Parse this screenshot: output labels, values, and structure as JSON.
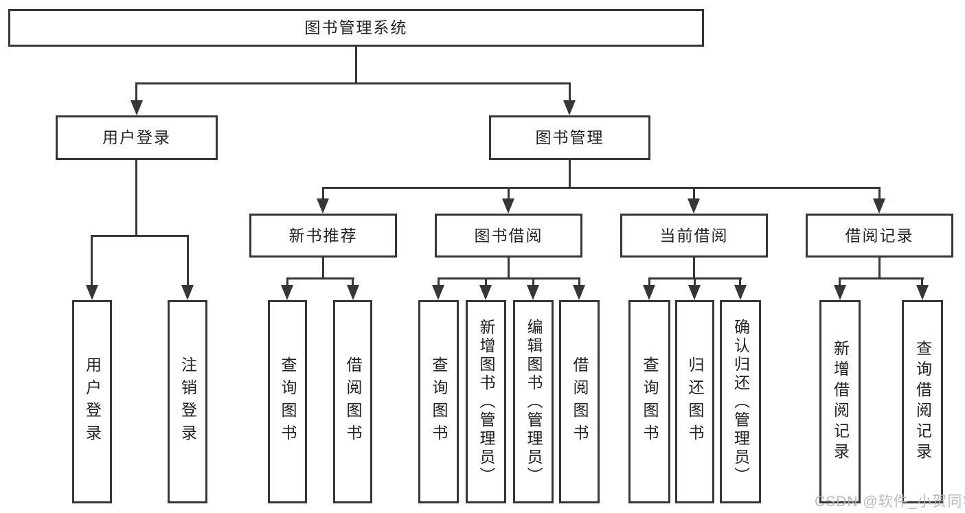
{
  "tree": {
    "root": {
      "label": "图书管理系统",
      "children": [
        {
          "label": "用户登录",
          "children": [
            {
              "label": "用户登录"
            },
            {
              "label": "注销登录"
            }
          ]
        },
        {
          "label": "图书管理",
          "children": [
            {
              "label": "新书推荐",
              "children": [
                {
                  "label": "查询图书"
                },
                {
                  "label": "借阅图书"
                }
              ]
            },
            {
              "label": "图书借阅",
              "children": [
                {
                  "label": "查询图书"
                },
                {
                  "label": "新增图书（管理员）"
                },
                {
                  "label": "编辑图书（管理员）"
                },
                {
                  "label": "借阅图书"
                }
              ]
            },
            {
              "label": "当前借阅",
              "children": [
                {
                  "label": "查询图书"
                },
                {
                  "label": "归还图书"
                },
                {
                  "label": "确认归还（管理员）"
                }
              ]
            },
            {
              "label": "借阅记录",
              "children": [
                {
                  "label": "新增借阅记录"
                },
                {
                  "label": "查询借阅记录"
                }
              ]
            }
          ]
        }
      ]
    }
  },
  "watermark": {
    "text": "CSDN @软件_小贺同学"
  },
  "colors": {
    "line": "#363636",
    "text": "#222222",
    "background": "#ffffff",
    "watermark": "#b2b2b2"
  }
}
